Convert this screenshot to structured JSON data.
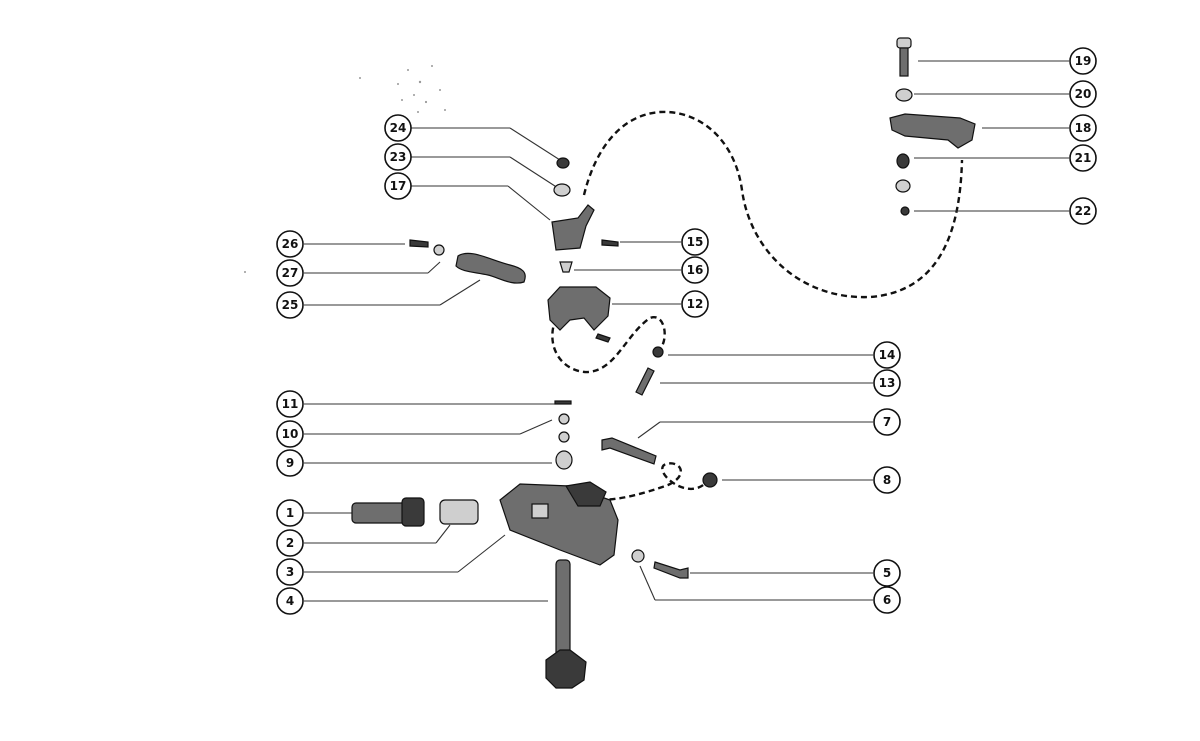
{
  "callouts": [
    "1",
    "2",
    "3",
    "4",
    "5",
    "6",
    "7",
    "8",
    "9",
    "10",
    "11",
    "12",
    "13",
    "14",
    "15",
    "16",
    "17",
    "18",
    "19",
    "20",
    "21",
    "22",
    "23",
    "24",
    "25",
    "26",
    "27"
  ],
  "colors": {
    "ink": "#111111",
    "paper": "#ffffff",
    "part": "#6e6e6e"
  }
}
